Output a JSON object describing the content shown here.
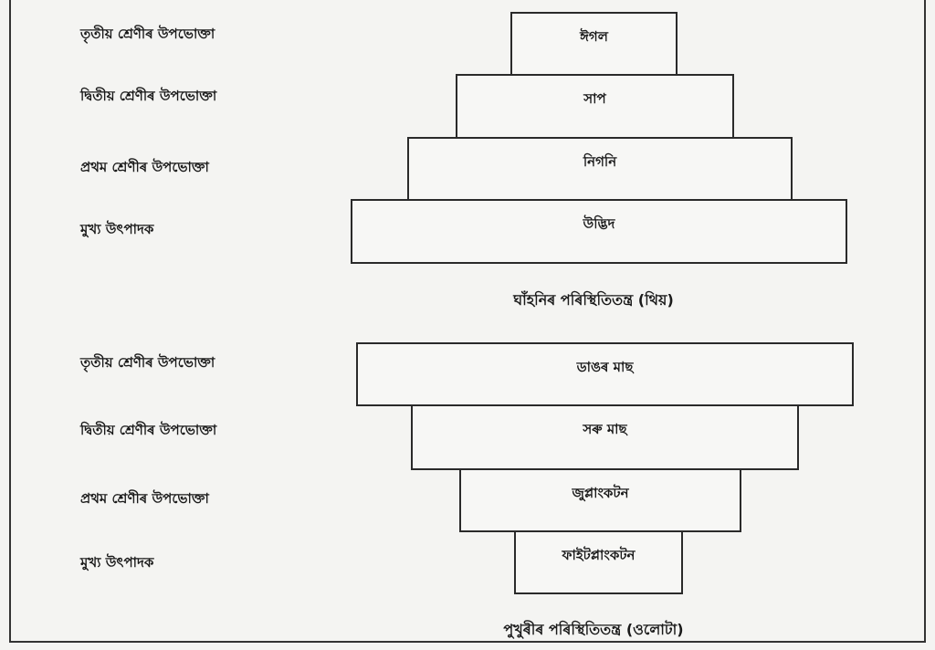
{
  "terrestrial": {
    "title": "ঘাঁহনিৰ পৰিস্থিতিতন্ত্ৰ (থিয়)",
    "levels": [
      {
        "label": "তৃতীয় শ্ৰেণীৰ উপভোক্তা",
        "organism": "ঈগল"
      },
      {
        "label": "দ্বিতীয় শ্ৰেণীৰ উপভোক্তা",
        "organism": "সাপ"
      },
      {
        "label": "প্ৰথম শ্ৰেণীৰ উপভোক্তা",
        "organism": "নিগনি"
      },
      {
        "label": "মুখ্য উৎপাদক",
        "organism": "উদ্ভিদ"
      }
    ]
  },
  "pond": {
    "title": "পুখুৰীৰ পৰিস্থিতিতন্ত্ৰ (ওলোটা)",
    "levels": [
      {
        "label": "তৃতীয় শ্ৰেণীৰ উপভোক্তা",
        "organism": "ডাঙৰ মাছ"
      },
      {
        "label": "দ্বিতীয় শ্ৰেণীৰ উপভোক্তা",
        "organism": "সৰু মাছ"
      },
      {
        "label": "প্ৰথম শ্ৰেণীৰ উপভোক্তা",
        "organism": "জুপ্লাংকটন"
      },
      {
        "label": "মুখ্য উৎপাদক",
        "organism": "ফাইটপ্লাংকটন"
      }
    ]
  }
}
